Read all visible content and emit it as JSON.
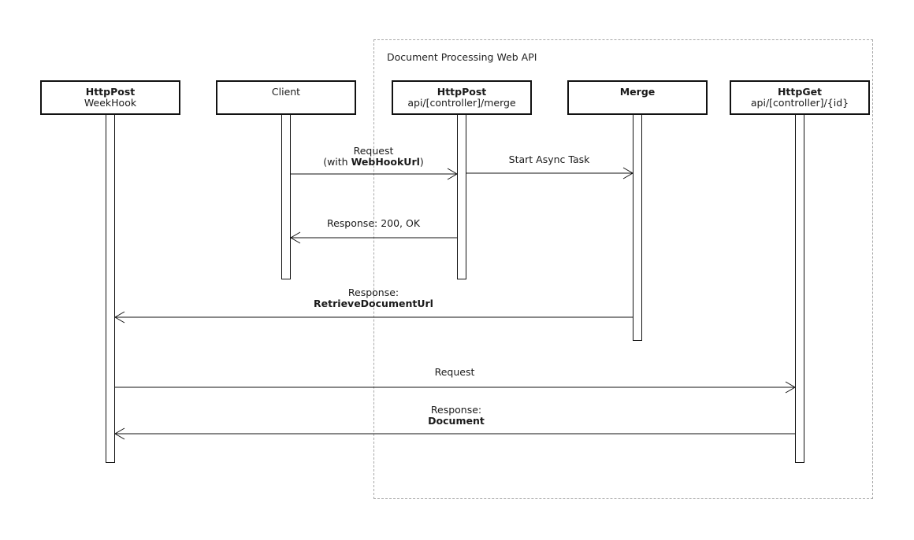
{
  "group": {
    "label": "Document Processing Web API"
  },
  "actors": [
    {
      "line1": "HttpPost",
      "line2": "WeekHook"
    },
    {
      "line1": "Client",
      "line2": ""
    },
    {
      "line1": "HttpPost",
      "line2": "api/[controller]/merge"
    },
    {
      "line1": "Merge",
      "line2": ""
    },
    {
      "line1": "HttpGet",
      "line2": "api/[controller]/{id}"
    }
  ],
  "messages": [
    {
      "line1": "Request",
      "line2_prefix": "(with ",
      "line2_bold": "WebHookUrl",
      "line2_suffix": ")"
    },
    {
      "line1": "Start Async Task"
    },
    {
      "line1": "Response: 200, OK"
    },
    {
      "line1": "Response:",
      "line2_bold": "RetrieveDocumentUrl"
    },
    {
      "line1": "Request"
    },
    {
      "line1": "Response:",
      "line2_bold": "Document"
    }
  ]
}
